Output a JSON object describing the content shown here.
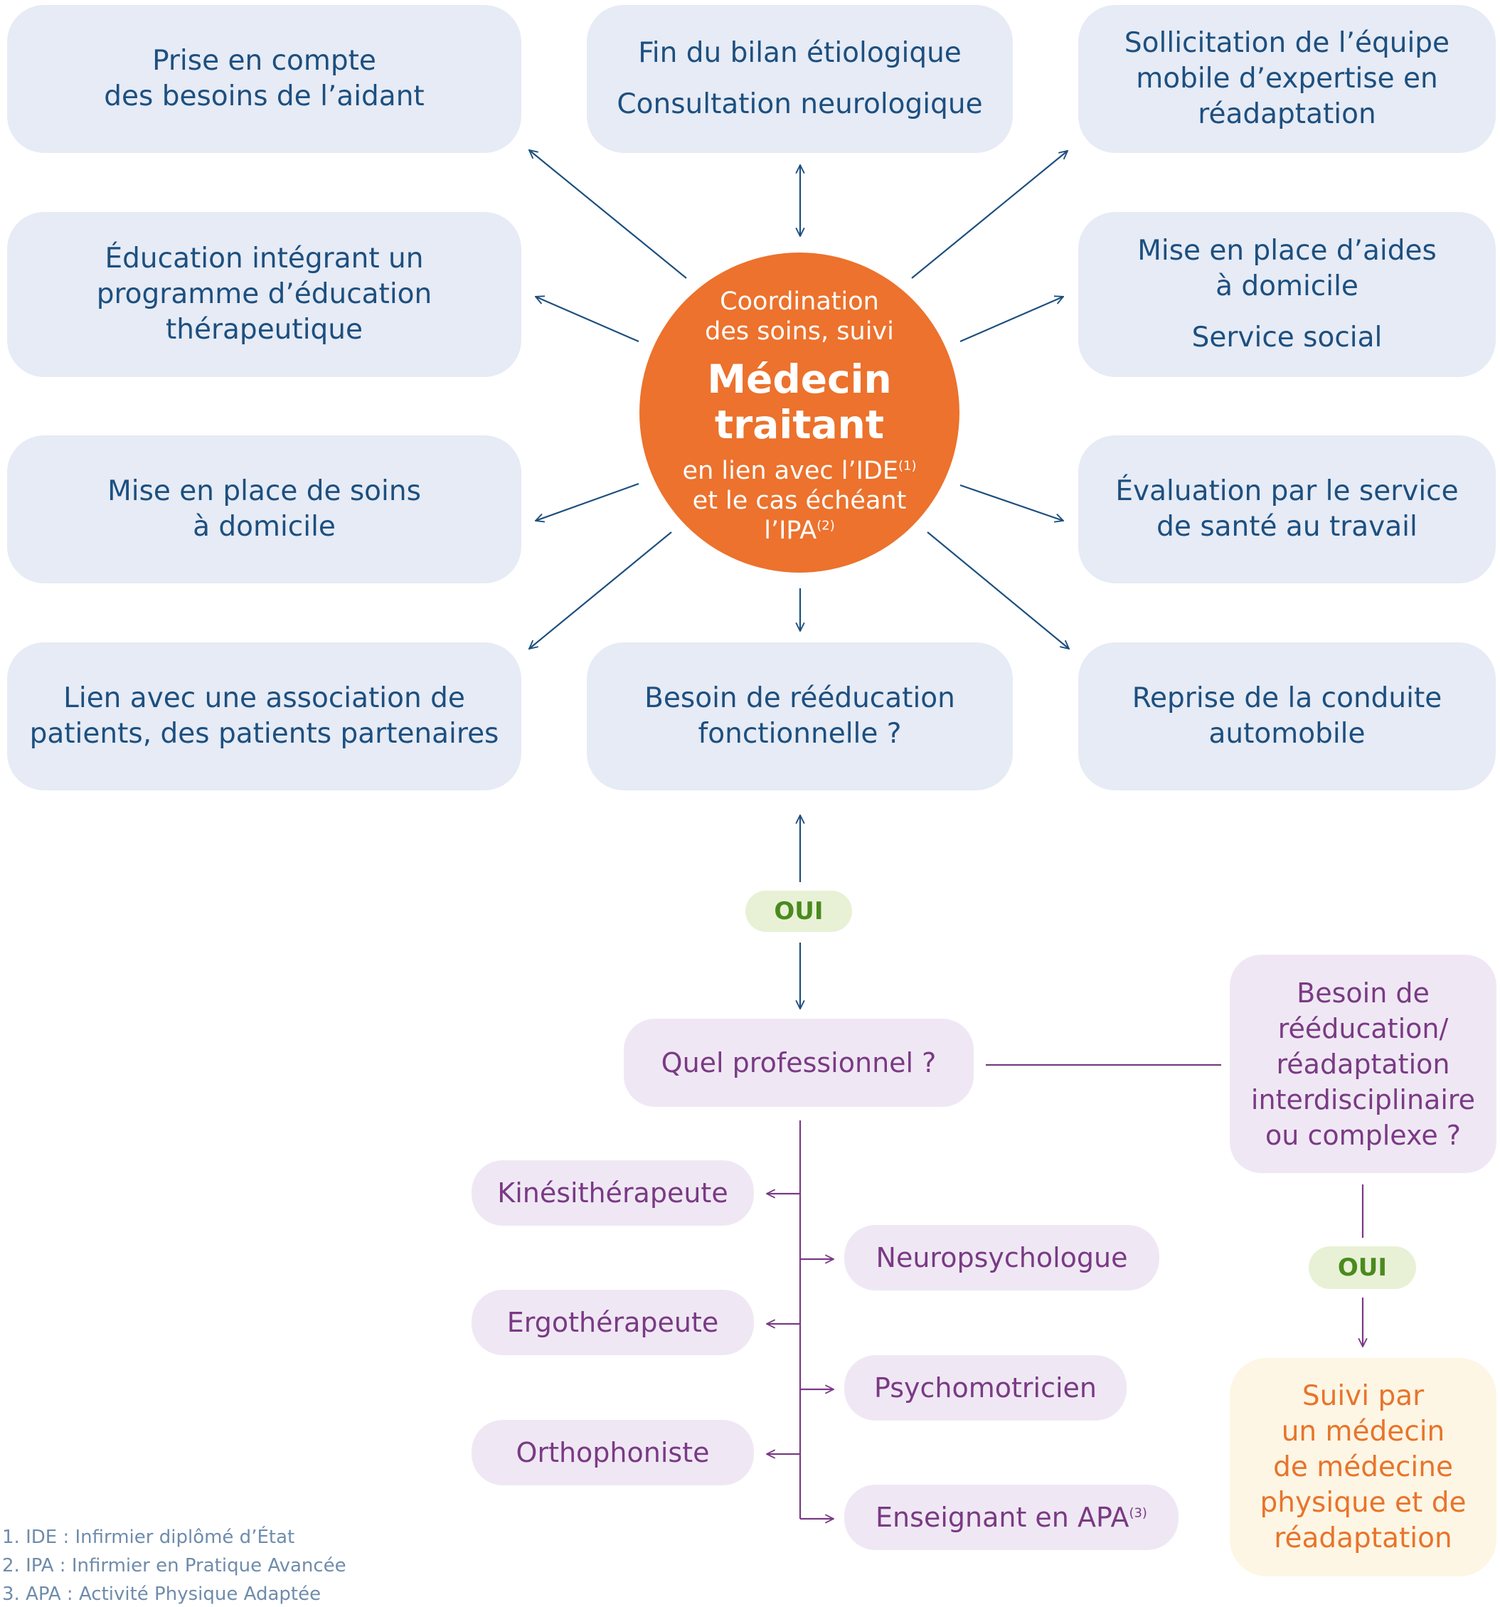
{
  "center": {
    "top_lines": [
      "Coordination",
      "des soins, suivi"
    ],
    "title_lines": [
      "Médecin",
      "traitant"
    ],
    "bottom_line1": "en lien avec l’IDE",
    "bottom_sup1": "(1)",
    "bottom_line2": "et le cas échéant",
    "bottom_line3": "l’IPA",
    "bottom_sup3": "(2)"
  },
  "nodes": {
    "aidant": [
      "Prise en compte",
      "des besoins de l’aidant"
    ],
    "bilan": {
      "line1": "Fin du bilan étiologique",
      "line2": "Consultation neurologique"
    },
    "equipe_mobile": [
      "Sollicitation de l’équipe",
      "mobile d’expertise en",
      "réadaptation"
    ],
    "education": [
      "Éducation intégrant un",
      "programme d’éducation",
      "thérapeutique"
    ],
    "aides_domicile": {
      "lines": [
        "Mise en place d’aides",
        "à domicile"
      ],
      "extra": "Service social"
    },
    "soins_domicile": [
      "Mise en place de soins",
      "à domicile"
    ],
    "sante_travail": [
      "Évaluation par le service",
      "de santé au travail"
    ],
    "association": [
      "Lien avec une association de",
      "patients, des patients partenaires"
    ],
    "reeducation": [
      "Besoin de rééducation",
      "fonctionnelle ?"
    ],
    "conduite": [
      "Reprise de la conduite",
      "automobile"
    ]
  },
  "oui_label_1": "OUI",
  "oui_label_2": "OUI",
  "quel_pro": "Quel professionnel ?",
  "professionals": {
    "kine": "Kinésithérapeute",
    "neuropsy": "Neuropsychologue",
    "ergo": "Ergothérapeute",
    "psychomot": "Psychomotricien",
    "ortho": "Orthophoniste",
    "apa": "Enseignant en APA",
    "apa_sup": "(3)"
  },
  "interdisciplinaire": [
    "Besoin de",
    "rééducation/",
    "réadaptation",
    "interdisciplinaire",
    "ou complexe ?"
  ],
  "mpr": [
    "Suivi par",
    "un médecin",
    "de médecine",
    "physique et de",
    "réadaptation"
  ],
  "footnotes": [
    "1. IDE : Infirmier diplômé d’État",
    "2. IPA : Infirmier en Pratique Avancée",
    "3. APA : Activité Physique Adaptée"
  ],
  "colors": {
    "blue_box": "#e6ebf5",
    "blue_text": "#1d4f7f",
    "orange": "#ec722d",
    "purple_box": "#efe8f4",
    "purple_text": "#7a3a84",
    "green_pill": "#e8f1d6",
    "green_text": "#4b8a1e",
    "peach_box": "#fdf6e4"
  }
}
